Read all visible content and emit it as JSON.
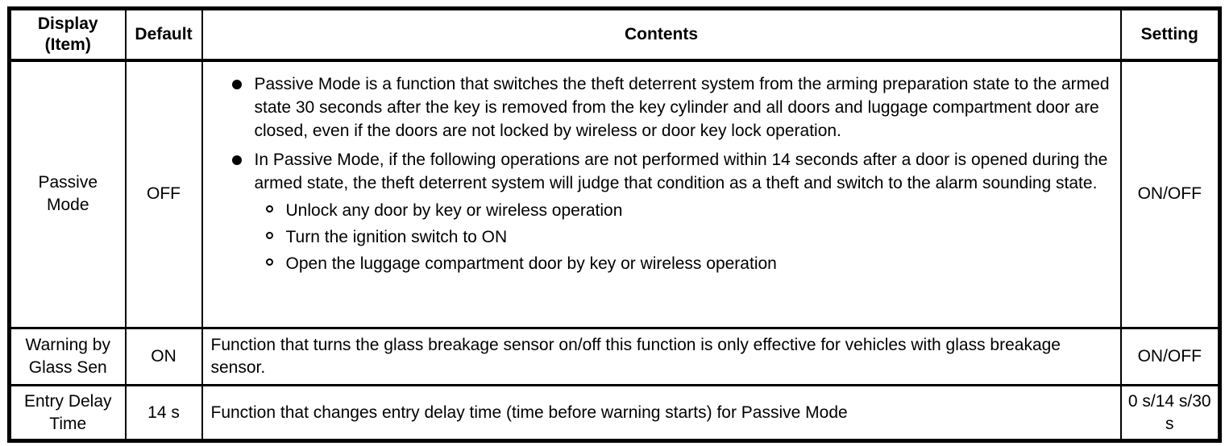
{
  "table": {
    "headers": {
      "display": "Display\n(Item)",
      "default": "Default",
      "contents": "Contents",
      "setting": "Setting"
    },
    "rows": [
      {
        "display": "Passive\nMode",
        "default": "OFF",
        "setting": "ON/OFF",
        "bullets": [
          {
            "text": "Passive Mode is a function that switches the theft deterrent system from the arming preparation state to the armed state 30 seconds after the key is removed from the key cylinder and all doors and luggage compartment door are closed, even if the doors are not locked by wireless or door key lock operation."
          },
          {
            "text": "In Passive Mode, if the following operations are not performed within 14 seconds after a door is opened during the armed state, the theft deterrent system will judge that condition as a theft and switch to the alarm sounding state.",
            "subs": [
              "Unlock any door by key or wireless operation",
              "Turn the ignition switch to ON",
              "Open the luggage compartment door by key or wireless operation"
            ]
          }
        ]
      },
      {
        "display": "Warning by\nGlass Sen",
        "default": "ON",
        "contents": "Function that turns the glass breakage sensor on/off this function is only effective for vehicles with glass breakage sensor.",
        "setting": "ON/OFF"
      },
      {
        "display": "Entry Delay\nTime",
        "default": "14 s",
        "contents": "Function that changes entry delay time (time before warning starts) for Passive Mode",
        "setting": "0 s/14 s/30 s"
      }
    ]
  },
  "colors": {
    "text": "#000000",
    "border": "#000000",
    "background": "#ffffff"
  }
}
